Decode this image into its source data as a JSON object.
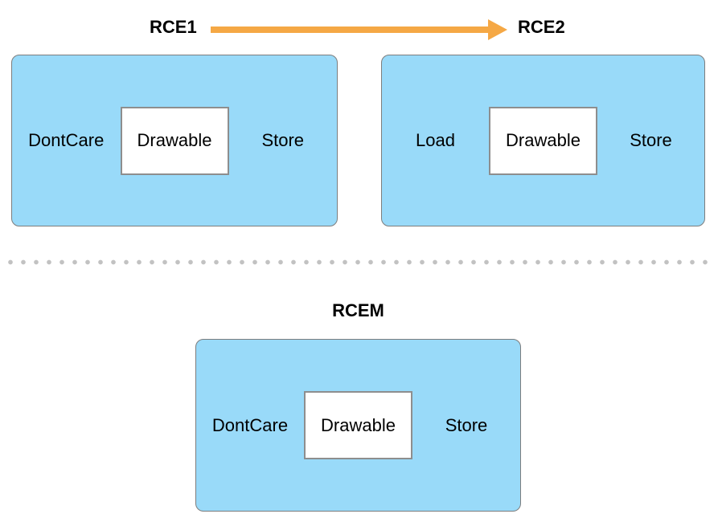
{
  "diagram": {
    "top": {
      "rce1": {
        "title": "RCE1",
        "load_action": "DontCare",
        "attachment": "Drawable",
        "store_action": "Store"
      },
      "rce2": {
        "title": "RCE2",
        "load_action": "Load",
        "attachment": "Drawable",
        "store_action": "Store"
      }
    },
    "bottom": {
      "rcem": {
        "title": "RCEM",
        "load_action": "DontCare",
        "attachment": "Drawable",
        "store_action": "Store"
      }
    },
    "arrow": {
      "direction": "right",
      "from": "RCE1",
      "to": "RCE2"
    }
  },
  "colors": {
    "panel_fill": "#99DAF9",
    "panel_border": "#7d7d7d",
    "inner_box_fill": "#ffffff",
    "inner_box_border": "#8e8e8e",
    "arrow": "#F5A845",
    "separator_dots": "#c2c2c2",
    "text": "#000000",
    "background": "#ffffff"
  }
}
